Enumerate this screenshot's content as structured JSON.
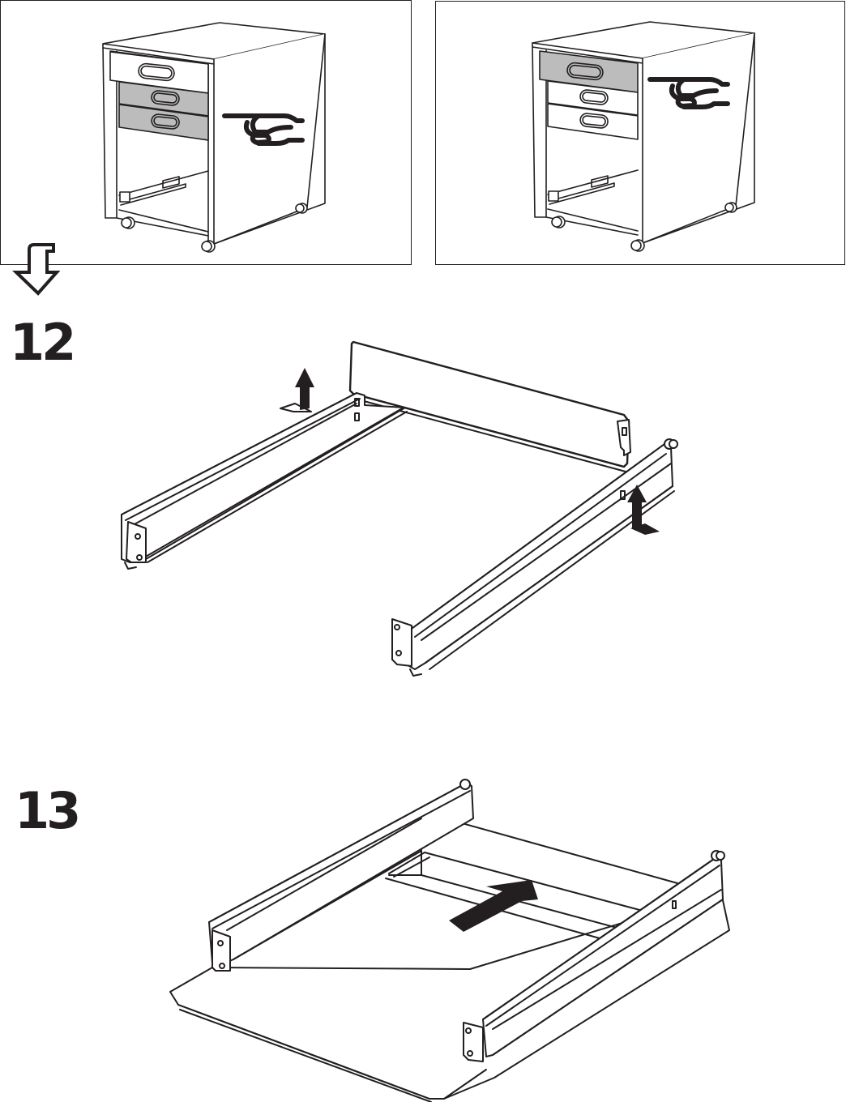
{
  "page": {
    "type": "assembly instructions",
    "colors": {
      "ink": "#231f20",
      "highlight_gray": "#bcbcbc",
      "background": "#ffffff"
    }
  },
  "overview_panels": [
    {
      "id": "left",
      "subject": "drawer cabinet on casters",
      "highlighted_drawers": [
        "middle",
        "bottom"
      ],
      "pointer_icon": "pointing-hand-icon"
    },
    {
      "id": "right",
      "subject": "drawer cabinet on casters",
      "highlighted_drawers": [
        "top"
      ],
      "pointer_icon": "pointing-hand-icon"
    }
  ],
  "flow_arrow": {
    "icon": "down-arrow-icon"
  },
  "steps": [
    {
      "number": "12",
      "illustration": "two drawer side rails and back panel, with up arrows showing the rails lifted onto the back panel"
    },
    {
      "number": "13",
      "illustration": "drawer bottom panel slid into the rail frame, with an arrow showing the insertion direction"
    }
  ]
}
